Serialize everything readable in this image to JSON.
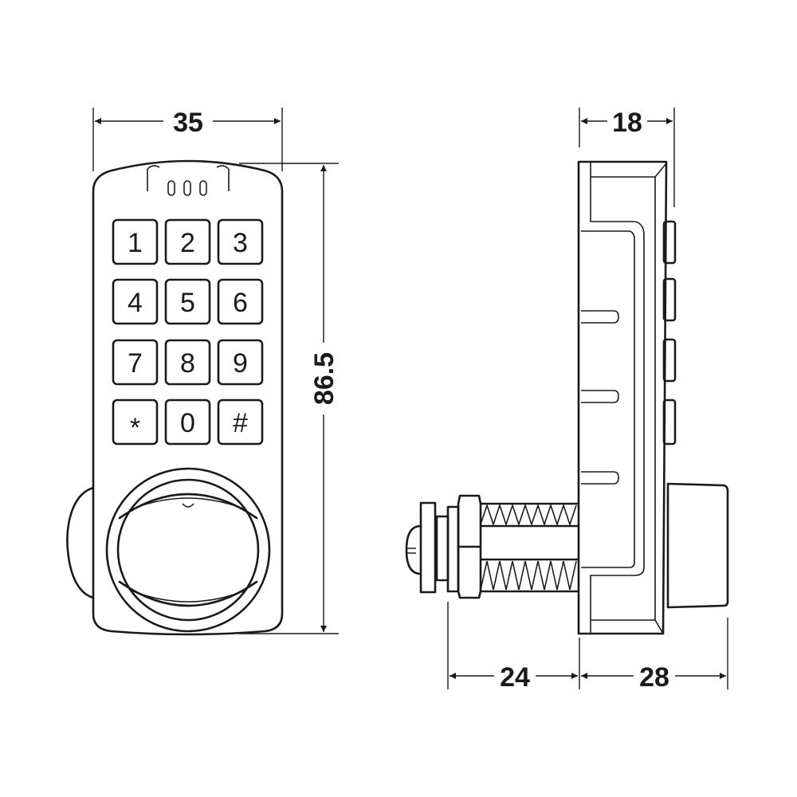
{
  "drawing": {
    "front_view": {
      "keys": [
        "1",
        "2",
        "3",
        "4",
        "5",
        "6",
        "7",
        "8",
        "9",
        "*",
        "0",
        "#"
      ]
    },
    "dimensions": {
      "width_front": "35",
      "height_front": "86.5",
      "depth_keypad": "18",
      "bolt_length": "24",
      "body_depth": "28"
    }
  }
}
